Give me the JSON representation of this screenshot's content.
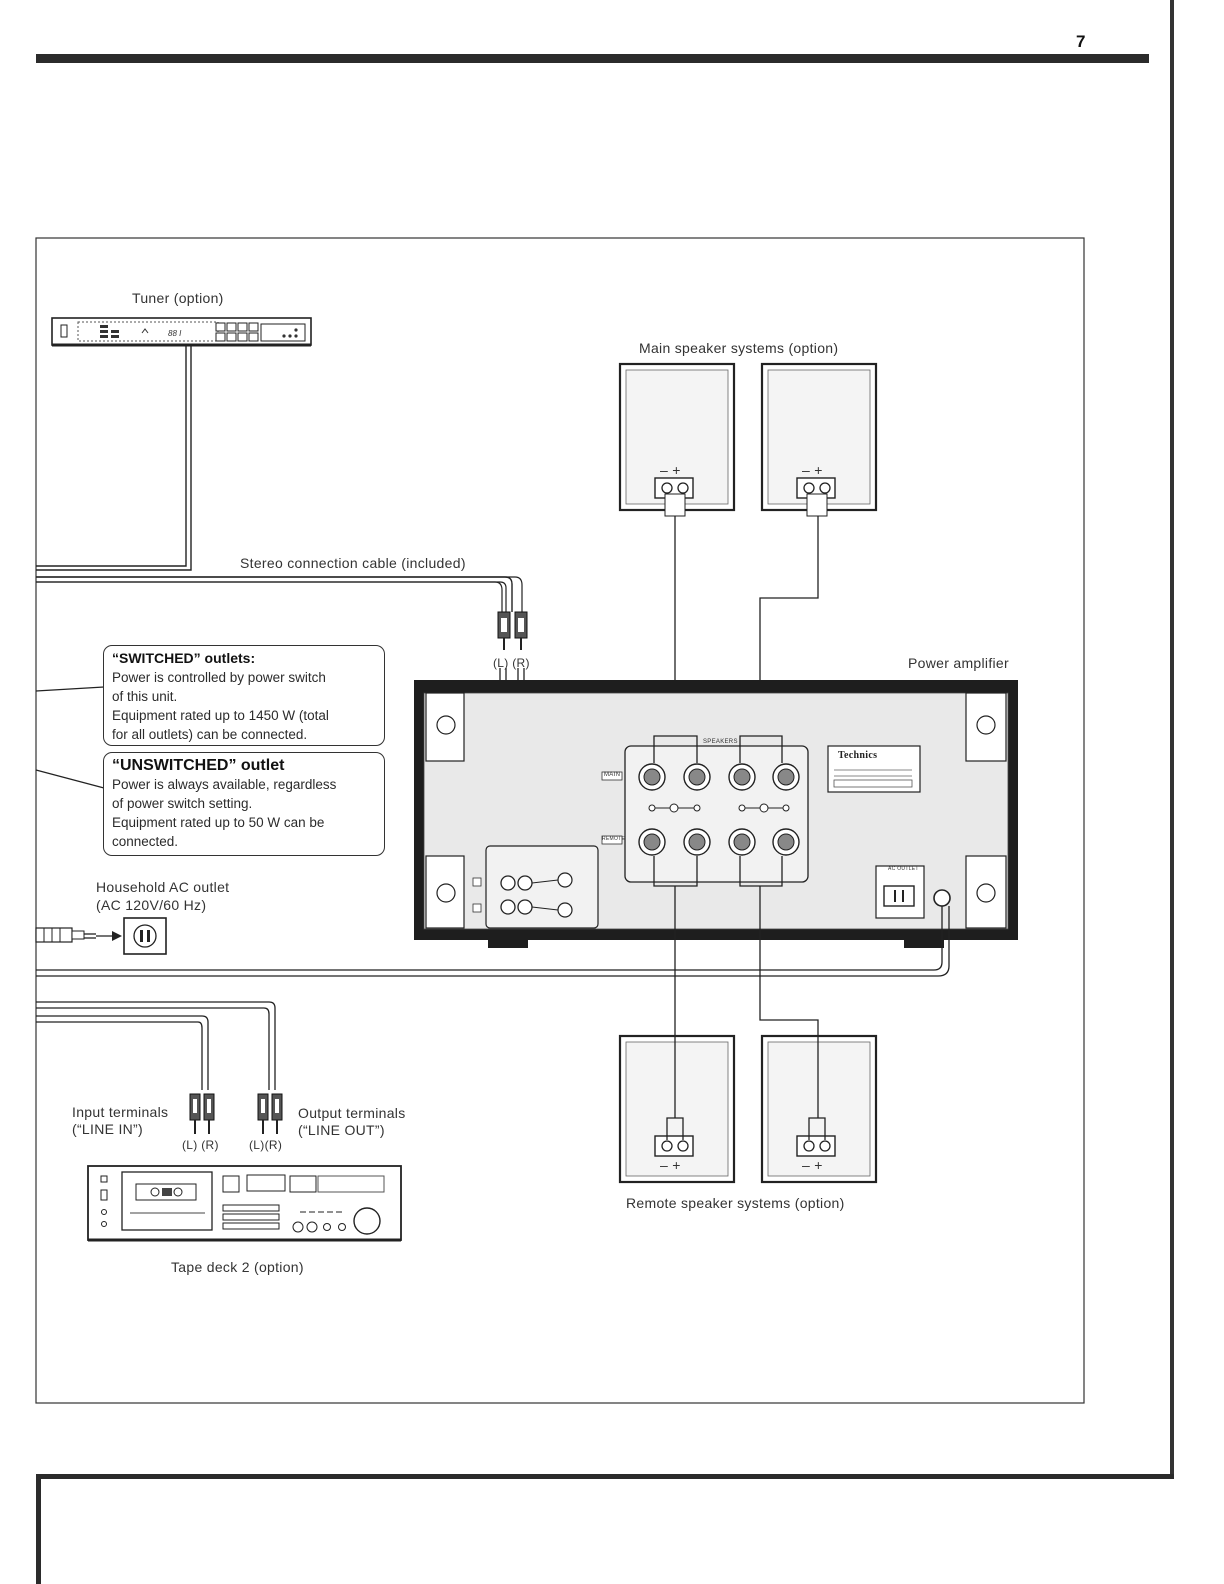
{
  "page": {
    "number": "7"
  },
  "labels": {
    "tuner": "Tuner (option)",
    "main_speakers": "Main speaker systems (option)",
    "stereo_cable": "Stereo connection cable (included)",
    "plug_lr_top": "(L) (R)",
    "power_amplifier": "Power amplifier",
    "household_outlet_line1": "Household AC outlet",
    "household_outlet_line2": "(AC 120V/60 Hz)",
    "input_terminals_line1": "Input terminals",
    "input_terminals_line2": "(“LINE IN”)",
    "output_terminals_line1": "Output terminals",
    "output_terminals_line2": "(“LINE OUT”)",
    "plug_lr_input": "(L) (R)",
    "plug_lr_output": "(L)(R)",
    "tape_deck": "Tape deck 2 (option)",
    "remote_speakers": "Remote speaker systems (option)",
    "speaker_polarity": "– +",
    "brand": "Technics"
  },
  "callouts": {
    "switched": {
      "title": "“SWITCHED” outlets:",
      "line1": "Power is controlled by power switch",
      "line2": "of this unit.",
      "line3": "Equipment rated up to 1450 W (total",
      "line4": "for all outlets) can be connected."
    },
    "unswitched": {
      "title": "“UNSWITCHED” outlet",
      "line1": "Power is always available, regardless",
      "line2": "of power switch setting.",
      "line3": "Equipment rated up to 50 W can be",
      "line4": "connected."
    }
  },
  "amp_panel": {
    "main": "MAIN",
    "remote": "REMOTE",
    "speakers": "SPEAKERS",
    "ac_outlet": "AC OUTLET"
  },
  "colors": {
    "ink": "#222222",
    "panel_fill": "#e9e9e9",
    "frame": "#2b2b2b"
  }
}
